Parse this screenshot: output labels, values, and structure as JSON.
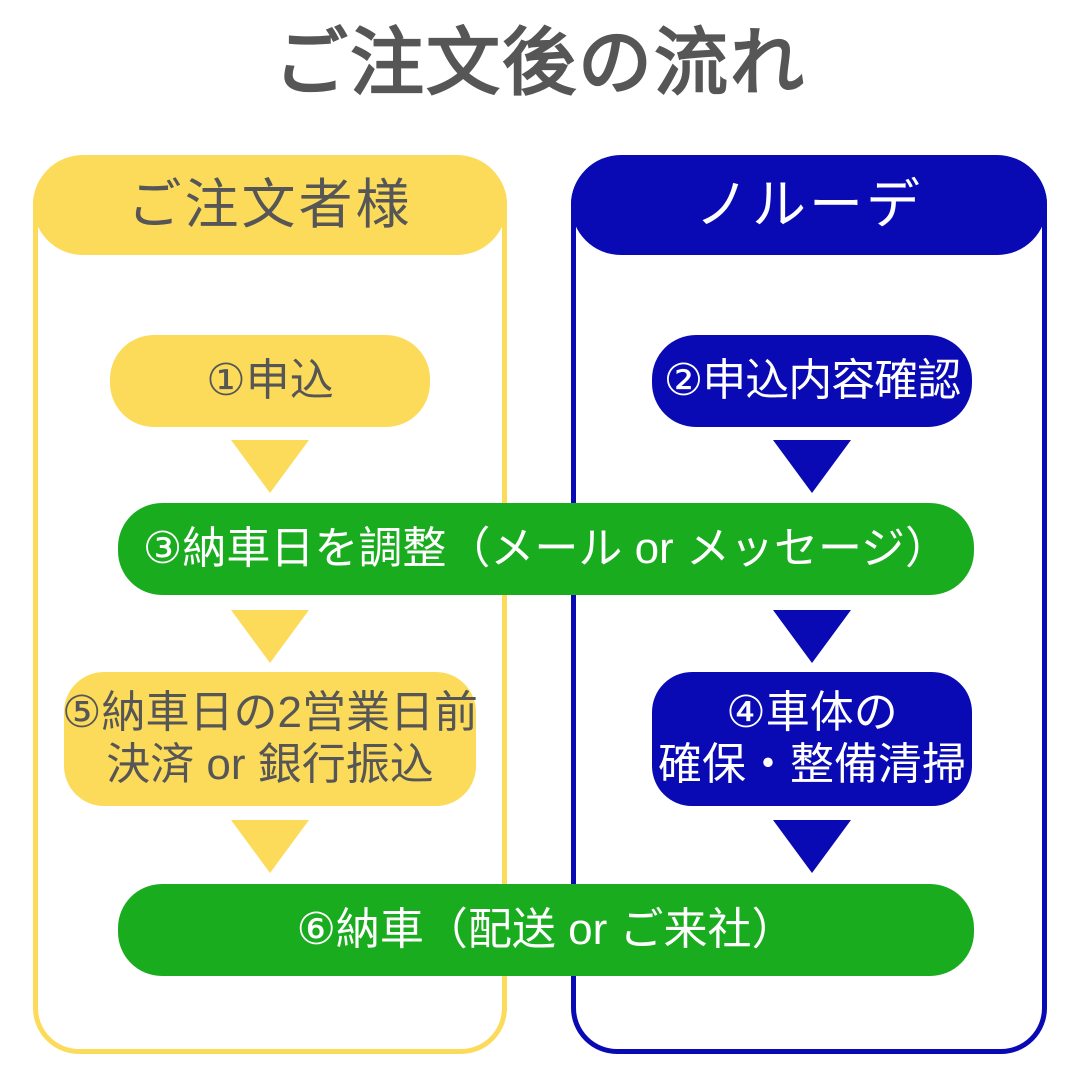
{
  "title": "ご注文後の流れ",
  "colors": {
    "title_text": "#565656",
    "yellow": "#FCDB5B",
    "blue": "#0A0AB4",
    "green": "#19AC1E",
    "white": "#FFFFFF"
  },
  "lanes": [
    {
      "id": "customer",
      "header": "ご注文者様",
      "color": "#FCDB5B",
      "text_color": "#565656"
    },
    {
      "id": "company",
      "header": "ノルーデ",
      "color": "#0A0AB4",
      "text_color": "#FFFFFF"
    }
  ],
  "steps": [
    {
      "number": "①",
      "lane": "customer",
      "color": "yellow",
      "lines": [
        "①申込"
      ]
    },
    {
      "number": "②",
      "lane": "company",
      "color": "blue",
      "lines": [
        "②申込内容確認"
      ]
    },
    {
      "number": "③",
      "lane": "both",
      "color": "green",
      "lines": [
        "③納車日を調整（メール or メッセージ）"
      ]
    },
    {
      "number": "④",
      "lane": "company",
      "color": "blue",
      "lines": [
        "④車体の",
        "確保・整備清掃"
      ]
    },
    {
      "number": "⑤",
      "lane": "customer",
      "color": "yellow",
      "lines": [
        "⑤納車日の2営業日前",
        "決済 or 銀行振込"
      ]
    },
    {
      "number": "⑥",
      "lane": "both",
      "color": "green",
      "lines": [
        "⑥納車（配送 or ご来社）"
      ]
    }
  ],
  "arrows": [
    {
      "id": "arrow-1-3",
      "from": "①",
      "to": "③",
      "color": "yellow",
      "direction": "down"
    },
    {
      "id": "arrow-2-3",
      "from": "②",
      "to": "③",
      "color": "blue",
      "direction": "down"
    },
    {
      "id": "arrow-3-5",
      "from": "③",
      "to": "⑤",
      "color": "yellow",
      "direction": "down"
    },
    {
      "id": "arrow-3-4",
      "from": "③",
      "to": "④",
      "color": "blue",
      "direction": "down"
    },
    {
      "id": "arrow-5-6",
      "from": "⑤",
      "to": "⑥",
      "color": "yellow",
      "direction": "down"
    },
    {
      "id": "arrow-4-6",
      "from": "④",
      "to": "⑥",
      "color": "blue",
      "direction": "down"
    }
  ]
}
